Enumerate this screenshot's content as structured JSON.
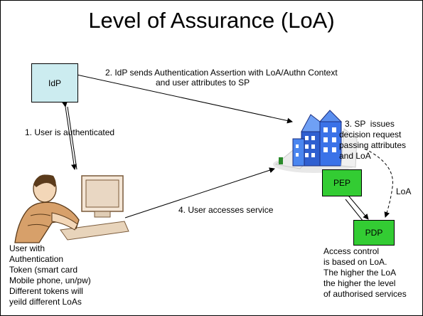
{
  "slide": {
    "title": "Level of Assurance (LoA)"
  },
  "entities": {
    "idp": "IdP",
    "pep": "PEP",
    "pdp": "PDP"
  },
  "steps": {
    "step1": "1. User is authenticated",
    "step2_line1": "2. IdP sends Authentication Assertion with LoA/Authn Context",
    "step2_line2": "and user attributes to SP",
    "step3_line1": "3. SP  issues",
    "step3_line2": "decision request",
    "step3_line3": "passing attributes",
    "step3_line4": "and LoA",
    "step4": "4. User accesses service"
  },
  "labels": {
    "loa_arrow": "LoA"
  },
  "notes": {
    "user_line1": "User with",
    "user_line2": "Authentication",
    "user_line3": "Token (smart card",
    "user_line4": "Mobile phone, un/pw)",
    "user_line5": "Different tokens will",
    "user_line6": "yeild different LoAs",
    "access_line1": "Access control",
    "access_line2": "is based on LoA.",
    "access_line3": "The higher the LoA",
    "access_line4": "the higher the level",
    "access_line5": "of authorised services"
  },
  "colors": {
    "idp_fill": "#ccecf0",
    "pep_pdp_fill": "#33cc33"
  }
}
